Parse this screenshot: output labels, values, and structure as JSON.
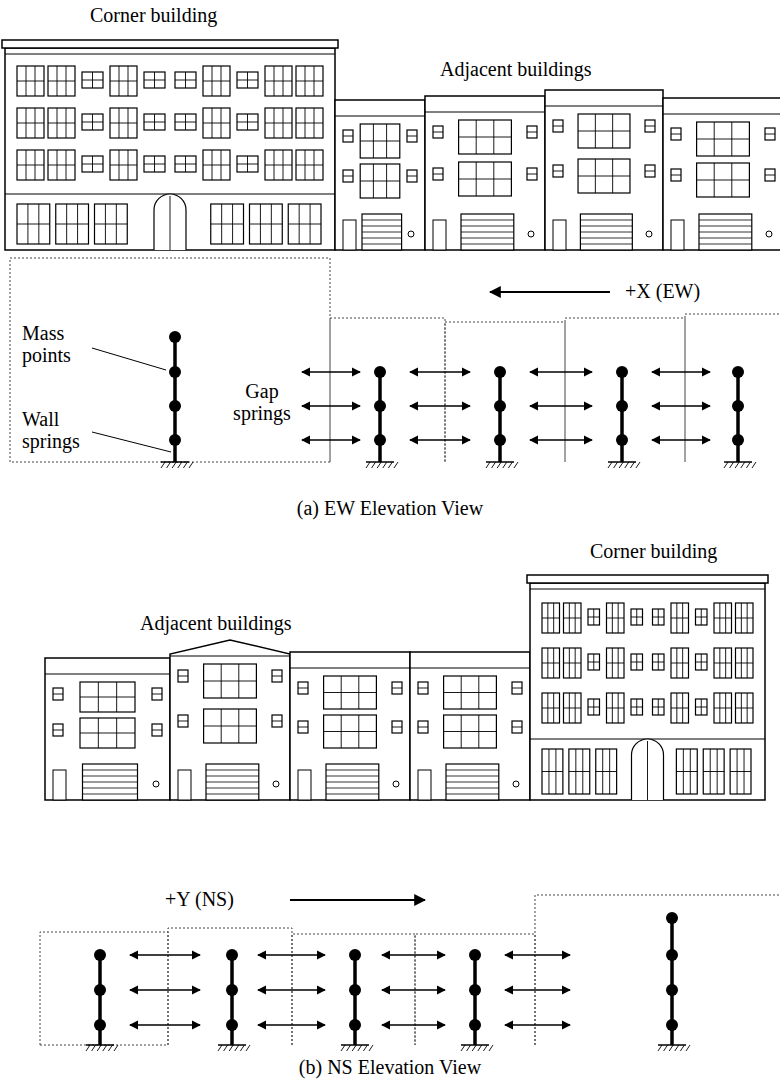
{
  "diagram": {
    "labels": [
      "Corner building",
      "Adjacent buildings",
      "Mass points",
      "Gap springs",
      "Wall springs",
      "+X (EW)",
      "(a) EW Elevation View",
      "Corner building",
      "Adjacent buildings",
      "+Y (NS)",
      "(b) NS Elevation View"
    ]
  }
}
